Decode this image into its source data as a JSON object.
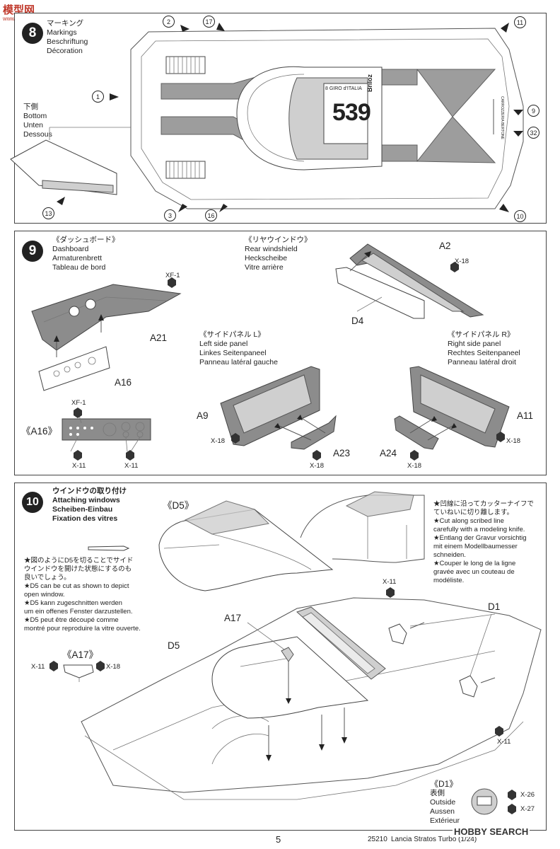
{
  "watermark": {
    "top_logo": "模型网",
    "top_url": "www.moxing.net",
    "bottom_logo": "HOBBY SEARCH"
  },
  "step8": {
    "number": "8",
    "title": {
      "jp": "マーキング",
      "en": "Markings",
      "de": "Beschriftung",
      "fr": "Décoration"
    },
    "bottom_label": {
      "jp": "下側",
      "en": "Bottom",
      "de": "Unten",
      "fr": "Dessous"
    },
    "decals": [
      "1",
      "2",
      "3",
      "9",
      "10",
      "11",
      "13",
      "16",
      "17",
      "32"
    ],
    "car_number": "539",
    "sponsor": "Briloz",
    "rally": "8 GIRO d'ITALIA",
    "side_text": "CARROZZERIA BERTONE"
  },
  "step9": {
    "number": "9",
    "dashboard": {
      "jp": "《ダッシュボード》",
      "en": "Dashboard",
      "de": "Armaturenbrett",
      "fr": "Tableau de bord"
    },
    "rear_windshield": {
      "jp": "《リヤウインドウ》",
      "en": "Rear windshield",
      "de": "Heckscheibe",
      "fr": "Vitre arrière"
    },
    "left_panel": {
      "jp": "《サイドパネル L》",
      "en": "Left side panel",
      "de": "Linkes Seitenpaneel",
      "fr": "Panneau latéral gauche"
    },
    "right_panel": {
      "jp": "《サイドパネル R》",
      "en": "Right side panel",
      "de": "Rechtes Seitenpaneel",
      "fr": "Panneau latéral droit"
    },
    "parts": {
      "A21": "A21",
      "A16": "A16",
      "A16_detail": "《A16》",
      "A2": "A2",
      "D4": "D4",
      "A9": "A9",
      "A23": "A23",
      "A11": "A11",
      "A24": "A24"
    },
    "paints": {
      "XF1": "XF-1",
      "X18": "X-18",
      "X11": "X-11"
    }
  },
  "step10": {
    "number": "10",
    "title": {
      "jp": "ウインドウの取り付け",
      "en": "Attaching windows",
      "de": "Scheiben-Einbau",
      "fr": "Fixation des vitres"
    },
    "d5_label": "《D5》",
    "note_left": [
      "★図のようにD5を切ることでサイド",
      "ウインドウを開けた状態にするのも",
      "良いでしょう。",
      "★D5 can be cut as shown to depict",
      "open window.",
      "★D5 kann zugeschnitten werden",
      "um ein offenes Fenster darzustellen.",
      "★D5 peut être découpé comme",
      "montré pour reproduire la vitre ouverte."
    ],
    "note_right": [
      "★凹線に沿ってカッターナイフで",
      "ていねいに切り離します。",
      "★Cut along scribed line",
      "carefully with a modeling knife.",
      "★Entlang der Gravur vorsichtig",
      "mit einem Modellbaumesser",
      "schneiden.",
      "★Couper le long de la ligne",
      "gravée avec un couteau de",
      "modéliste."
    ],
    "a17_detail": "《A17》",
    "parts": {
      "A17": "A17",
      "D5": "D5",
      "D1": "D1"
    },
    "paints": {
      "X11": "X-11",
      "X18": "X-18",
      "X26": "X-26",
      "X27": "X-27"
    },
    "d1_detail": {
      "title": "《D1》",
      "jp": "表側",
      "en": "Outside",
      "de": "Aussen",
      "fr": "Extérieur"
    }
  },
  "footer": {
    "page": "5",
    "code": "25210",
    "model": "Lancia Stratos Turbo (1/24)"
  }
}
